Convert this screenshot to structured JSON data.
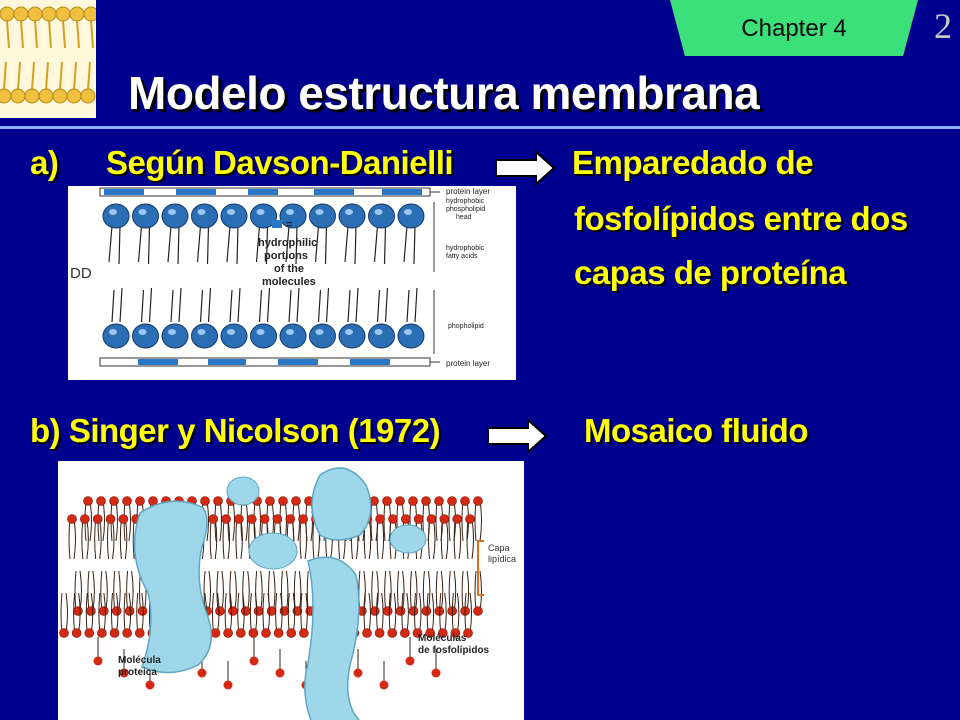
{
  "header": {
    "chapter": "Chapter 4",
    "slide_number": "2",
    "title": "Modelo estructura membrana"
  },
  "section_a": {
    "marker": "a)",
    "author": "Según Davson-Danielli",
    "model_line1": "Emparedado de",
    "model_line2": "fosfolípidos entre dos",
    "model_line3": "capas de proteína"
  },
  "section_b": {
    "author": "b) Singer y Nicolson (1972)",
    "model": "Mosaico fluido"
  },
  "figure_dd": {
    "side_label": "DD",
    "legend_lines": [
      "hydrophilic",
      "portions",
      "of the",
      "molecules"
    ],
    "label_protein_top": "protein layer",
    "label_head_1": "hydrophobic",
    "label_head_2": "phospholipid",
    "label_head_3": "head",
    "label_fatty_1": "hydrophobic",
    "label_fatty_2": "fatty acids",
    "label_phospholipid": "phopholipid",
    "label_protein_bottom": "protein layer",
    "colors": {
      "head": "#2a6fb5",
      "protein": "#2a78c8"
    }
  },
  "figure_fm": {
    "label_capa_1": "Capa",
    "label_capa_2": "lipídica",
    "label_mol_fos_1": "Moléculas",
    "label_mol_fos_2": "de fosfolípidos",
    "label_mol_prot_1": "Molécula",
    "label_mol_prot_2": "proteica",
    "colors": {
      "head": "#d42a14",
      "protein": "#9ed6ea"
    }
  },
  "colors": {
    "background": "#00008e",
    "text_yellow": "#ffff00",
    "tab_green": "#3ce07a"
  }
}
